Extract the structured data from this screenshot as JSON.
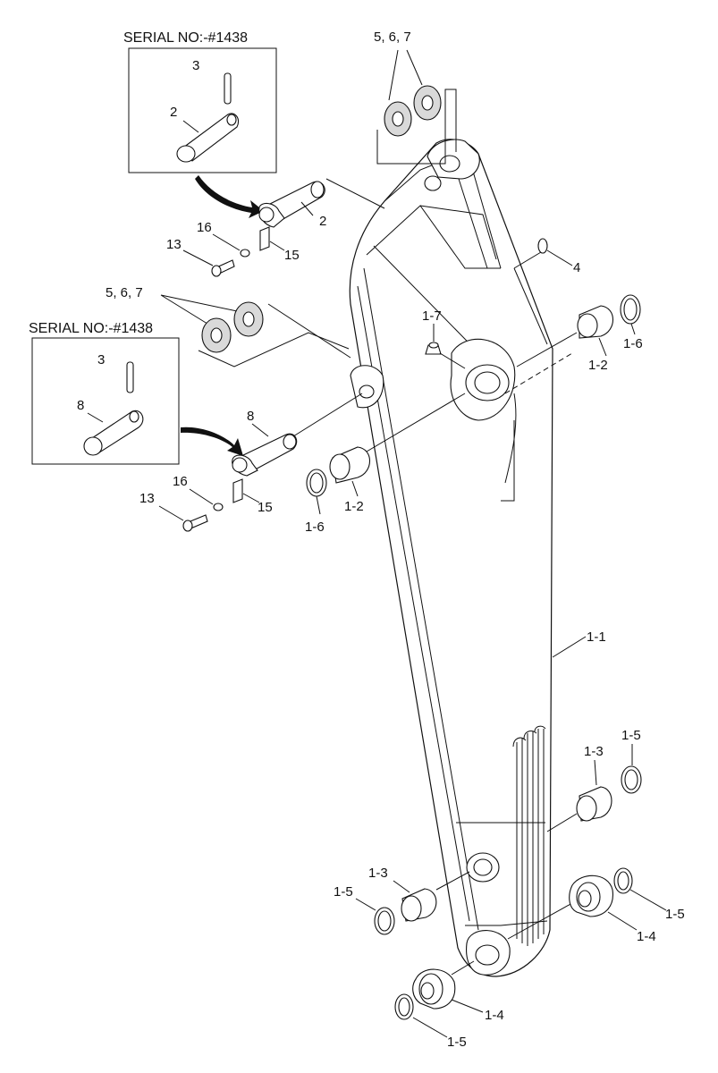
{
  "insets": [
    {
      "caption": "SERIAL NO:-#1438",
      "labels": [
        "3",
        "2"
      ]
    },
    {
      "caption": "SERIAL NO:-#1438",
      "labels": [
        "3",
        "8"
      ]
    }
  ],
  "labels": {
    "l567_top": "5, 6, 7",
    "l2": "2",
    "l16_a": "16",
    "l13_a": "13",
    "l15_a": "15",
    "l4": "4",
    "l567_mid": "5, 6, 7",
    "l17": "1-7",
    "l16r": "1-6",
    "l12r": "1-2",
    "l8": "8",
    "l16_b": "16",
    "l13_b": "13",
    "l15_b": "15",
    "l16l": "1-6",
    "l12l": "1-2",
    "l11": "1-1",
    "l15r_top": "1-5",
    "l13r": "1-3",
    "l13l": "1-3",
    "l15l": "1-5",
    "l15r_bot": "1-5",
    "l14r": "1-4",
    "l14l": "1-4",
    "l15bot": "1-5"
  }
}
